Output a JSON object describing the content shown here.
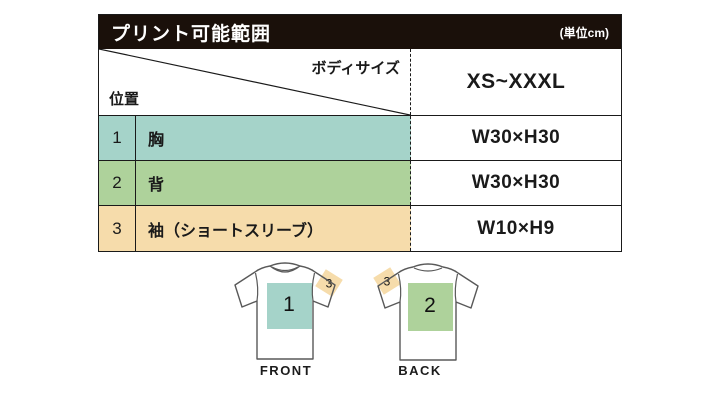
{
  "table": {
    "title": "プリント可能範囲",
    "unit_label": "(単位cm)",
    "header": {
      "column_label": "ボディサイズ",
      "row_label": "位置",
      "size_range": "XS~XXXL"
    },
    "rows": [
      {
        "num": "1",
        "name": "胸",
        "value": "W30×H30",
        "color": "#a5d3c9"
      },
      {
        "num": "2",
        "name": "背",
        "value": "W30×H30",
        "color": "#aed29b"
      },
      {
        "num": "3",
        "name": "袖（ショートスリーブ）",
        "value": "W10×H9",
        "color": "#f6dcab"
      }
    ]
  },
  "diagrams": {
    "front": {
      "label": "FRONT",
      "area_number": "1",
      "sleeve_number": "3",
      "area_color": "#a5d3c9",
      "sleeve_color": "#f6dcab"
    },
    "back": {
      "label": "BACK",
      "area_number": "2",
      "sleeve_number": "3",
      "area_color": "#aed29b",
      "sleeve_color": "#f6dcab"
    }
  },
  "colors": {
    "header_bg": "#1a100a",
    "border": "#1a1a1a",
    "shirt_outline": "#595959"
  }
}
